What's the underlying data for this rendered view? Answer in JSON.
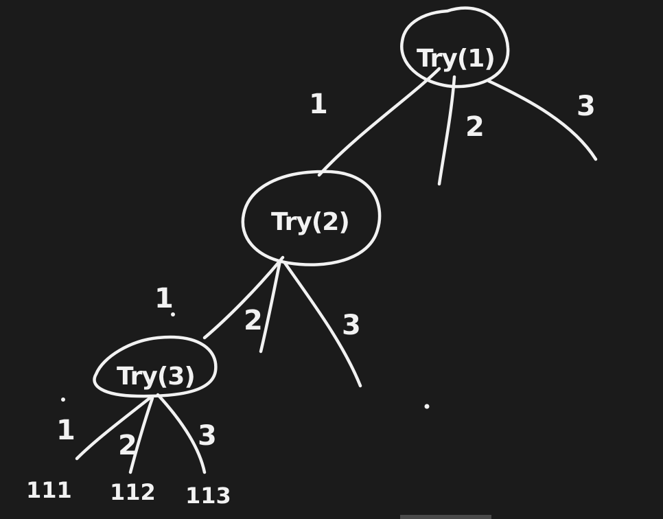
{
  "tree": {
    "nodes": [
      {
        "id": "root",
        "label": "Try(1)"
      },
      {
        "id": "mid",
        "label": "Try(2)"
      },
      {
        "id": "low",
        "label": "Try(3)"
      }
    ],
    "edge_labels": {
      "root": [
        "1",
        "2",
        "3"
      ],
      "mid": [
        "1",
        "2",
        "3"
      ],
      "low": [
        "1",
        "2",
        "3"
      ]
    },
    "leaves": [
      "111",
      "112",
      "113"
    ]
  },
  "colors": {
    "background": "#1b1b1b",
    "ink": "#f2f2f2"
  }
}
